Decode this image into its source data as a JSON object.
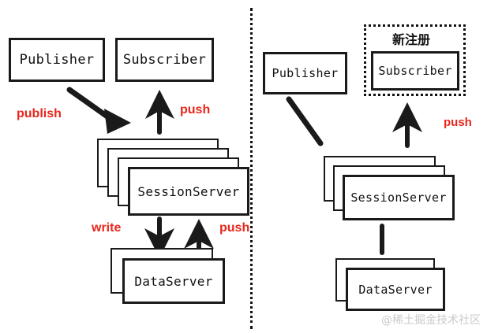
{
  "diagram": {
    "title_left": "",
    "title_right": "",
    "divider": {
      "style": "dotted-vertical"
    },
    "colors": {
      "accent_red": "#e8261c",
      "stroke_black": "#1a1a1a",
      "background": "#ffffff",
      "watermark_gray": "#c9c9c9"
    },
    "left_panel": {
      "nodes": [
        {
          "id": "publisher",
          "label": "Publisher",
          "shape": "box"
        },
        {
          "id": "subscriber",
          "label": "Subscriber",
          "shape": "box"
        },
        {
          "id": "session_server",
          "label": "SessionServer",
          "shape": "stack",
          "stack_count": 4
        },
        {
          "id": "data_server",
          "label": "DataServer",
          "shape": "stack",
          "stack_count": 2
        }
      ],
      "edges": [
        {
          "id": "publish-edge",
          "label": "publish",
          "from": "publisher",
          "to": "session_server",
          "arrow": true
        },
        {
          "id": "push-edge",
          "label": "push",
          "from": "session_server",
          "to": "subscriber",
          "arrow": true
        },
        {
          "id": "write-edge",
          "label": "write",
          "from": "session_server",
          "to": "data_server",
          "arrow": true
        },
        {
          "id": "push-back-edge",
          "label": "push",
          "from": "data_server",
          "to": "session_server",
          "arrow": true
        }
      ]
    },
    "right_panel": {
      "group_label": "新注册",
      "nodes": [
        {
          "id": "publisher",
          "label": "Publisher",
          "shape": "box"
        },
        {
          "id": "subscriber",
          "label": "Subscriber",
          "shape": "box"
        },
        {
          "id": "session_server",
          "label": "SessionServer",
          "shape": "stack",
          "stack_count": 3
        },
        {
          "id": "data_server",
          "label": "DataServer",
          "shape": "stack",
          "stack_count": 2
        }
      ],
      "edges": [
        {
          "id": "publish-edge",
          "label": "",
          "from": "publisher",
          "to": "session_server",
          "arrow": false
        },
        {
          "id": "push-edge",
          "label": "push",
          "from": "session_server",
          "to": "subscriber",
          "arrow": true
        },
        {
          "id": "write-edge",
          "label": "",
          "from": "session_server",
          "to": "data_server",
          "arrow": false
        }
      ]
    },
    "watermark": "@稀土掘金技术社区"
  }
}
